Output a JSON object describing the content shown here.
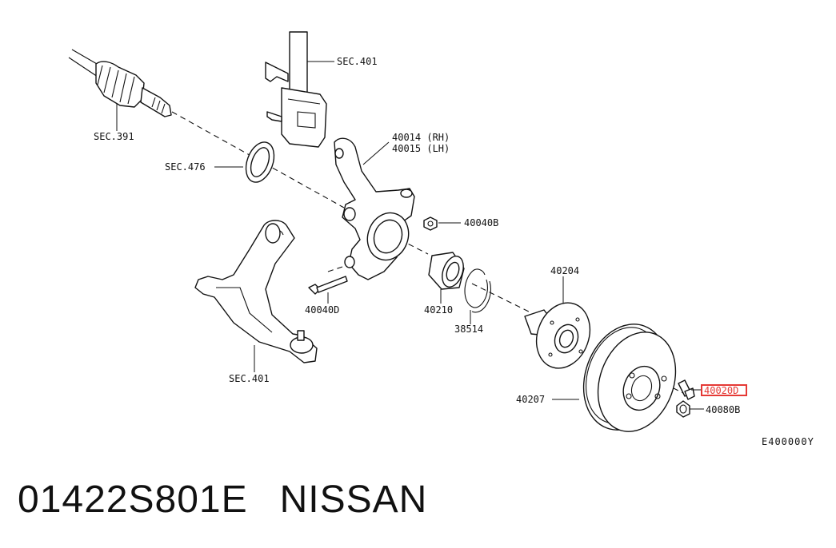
{
  "diagram": {
    "labels": {
      "sec391": "SEC.391",
      "sec476": "SEC.476",
      "sec401_top": "SEC.401",
      "sec401_bottom": "SEC.401",
      "p40014": "40014 (RH)",
      "p40015": "40015 (LH)",
      "p40040b": "40040B",
      "p40040d": "40040D",
      "p40210": "40210",
      "p38514": "38514",
      "p40204": "40204",
      "p40207": "40207",
      "p40020d": "40020D",
      "p40080b": "40080B",
      "code": "E400000Y"
    },
    "highlight_color": "#e53935"
  },
  "footer": {
    "part_number": "01422S801E",
    "brand": "NISSAN"
  }
}
